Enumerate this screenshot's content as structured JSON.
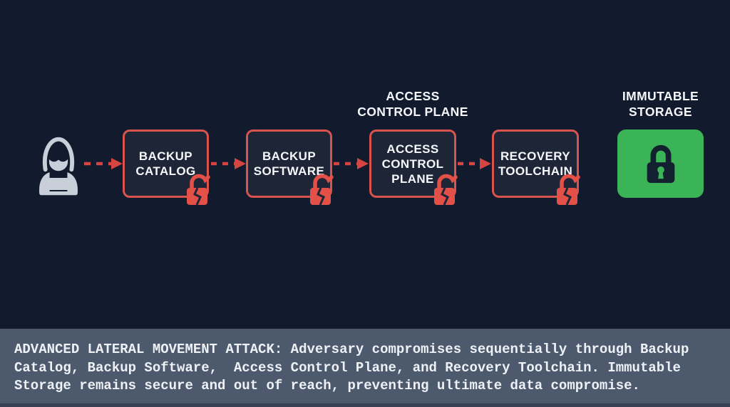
{
  "diagram": {
    "title_hidden": "",
    "attacker": {
      "icon": "hooded-hacker-with-laptop"
    },
    "nodes": [
      {
        "label": "BACKUP\nCATALOG",
        "status": "compromised",
        "lock_icon": "broken-open-padlock"
      },
      {
        "label": "BACKUP\nSOFTWARE",
        "status": "compromised",
        "lock_icon": "broken-open-padlock"
      },
      {
        "label": "ACCESS\nCONTROL\nPLANE",
        "overhead_label": "ACCESS\nCONTROL PLANE",
        "status": "compromised",
        "lock_icon": "broken-open-padlock"
      },
      {
        "label": "RECOVERY\nTOOLCHAIN",
        "status": "compromised",
        "lock_icon": "broken-open-padlock"
      }
    ],
    "secure_node": {
      "overhead_label": "IMMUTABLE\nSTORAGE",
      "status": "secure",
      "lock_icon": "closed-padlock"
    },
    "connector_style": "red-dashed-arrow"
  },
  "caption": "ADVANCED LATERAL MOVEMENT ATTACK: Adversary compromises sequentially through Backup\nCatalog, Backup Software,  Access Control Plane, and Recovery Toolchain. Immutable\nStorage remains secure and out of reach, preventing ultimate data compromise.",
  "colors": {
    "background": "#121a2e",
    "box_fill": "#1d2537",
    "accent_red": "#d9534f",
    "arrow_red": "#d64540",
    "lock_red": "#e25048",
    "secure_green": "#3bb457",
    "lock_dark": "#132030",
    "caption_bar": "#4d5a6e",
    "text_light": "#f5f7fa",
    "hacker_gray": "#c9cfd9"
  }
}
